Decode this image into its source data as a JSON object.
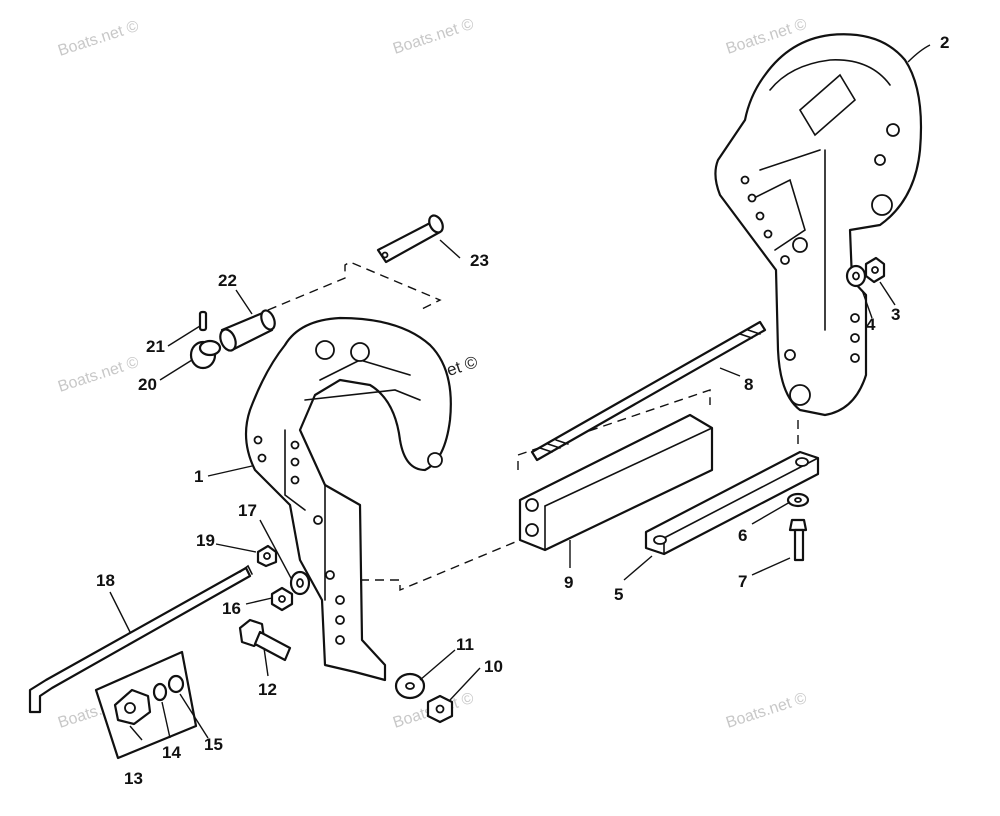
{
  "watermark": {
    "text": "Boats.net ©"
  },
  "callouts": [
    {
      "id": "1",
      "label": "1"
    },
    {
      "id": "2",
      "label": "2"
    },
    {
      "id": "3",
      "label": "3"
    },
    {
      "id": "4",
      "label": "4"
    },
    {
      "id": "5",
      "label": "5"
    },
    {
      "id": "6",
      "label": "6"
    },
    {
      "id": "7",
      "label": "7"
    },
    {
      "id": "8",
      "label": "8"
    },
    {
      "id": "9",
      "label": "9"
    },
    {
      "id": "10",
      "label": "10"
    },
    {
      "id": "11",
      "label": "11"
    },
    {
      "id": "12",
      "label": "12"
    },
    {
      "id": "13",
      "label": "13"
    },
    {
      "id": "14",
      "label": "14"
    },
    {
      "id": "15",
      "label": "15"
    },
    {
      "id": "16",
      "label": "16"
    },
    {
      "id": "17",
      "label": "17"
    },
    {
      "id": "18",
      "label": "18"
    },
    {
      "id": "19",
      "label": "19"
    },
    {
      "id": "20",
      "label": "20"
    },
    {
      "id": "21",
      "label": "21"
    },
    {
      "id": "22",
      "label": "22"
    },
    {
      "id": "23",
      "label": "23"
    }
  ]
}
